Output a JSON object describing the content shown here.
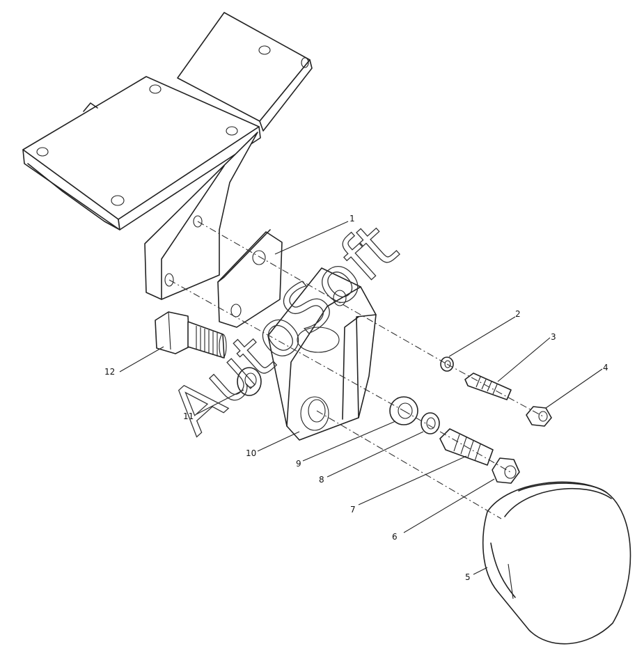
{
  "watermark": "AutoSoft",
  "callouts": [
    {
      "id": "c1",
      "label": "1"
    },
    {
      "id": "c2",
      "label": "2"
    },
    {
      "id": "c3",
      "label": "3"
    },
    {
      "id": "c4",
      "label": "4"
    },
    {
      "id": "c5",
      "label": "5"
    },
    {
      "id": "c6",
      "label": "6"
    },
    {
      "id": "c7",
      "label": "7"
    },
    {
      "id": "c8",
      "label": "8"
    },
    {
      "id": "c9",
      "label": "9"
    },
    {
      "id": "c10",
      "label": "10"
    },
    {
      "id": "c11",
      "label": "11"
    },
    {
      "id": "c12",
      "label": "12"
    }
  ]
}
